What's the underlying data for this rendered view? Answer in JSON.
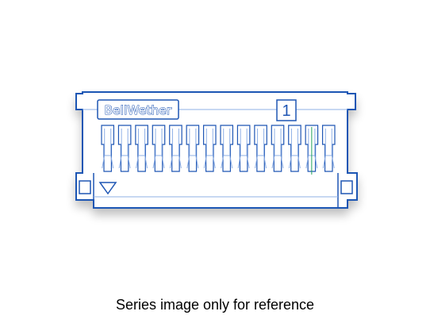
{
  "product": {
    "brand_logo": "BellWether",
    "position_number": "1",
    "contact_count": 14,
    "orientation_marker": "triangle-down-icon"
  },
  "caption": "Series image only for reference",
  "colors": {
    "outline": "#1f56b4",
    "light_stroke": "#8fb0e6",
    "accent": "#22a35a",
    "background": "#ffffff"
  }
}
